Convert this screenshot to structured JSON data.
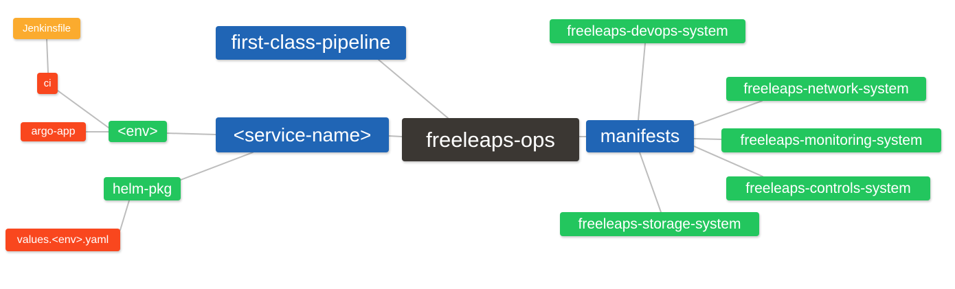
{
  "diagram": {
    "type": "mindmap",
    "root_label": "freeleaps-ops",
    "background": "#ffffff",
    "edge_color": "#bdbdbd",
    "colors": {
      "root": "#3b3733",
      "blue": "#2065b5",
      "green": "#23c65e",
      "red": "#f9471e",
      "orange": "#fbab2e"
    }
  },
  "nodes": {
    "root": {
      "label": "freeleaps-ops",
      "color": "#3b3733"
    },
    "service_name": {
      "label": "<service-name>",
      "color": "#2065b5"
    },
    "first_class_pipeline": {
      "label": "first-class-pipeline",
      "color": "#2065b5"
    },
    "env": {
      "label": "<env>",
      "color": "#23c65e"
    },
    "ci": {
      "label": "ci",
      "color": "#f9471e"
    },
    "jenkinsfile": {
      "label": "Jenkinsfile",
      "color": "#fbab2e"
    },
    "argo_app": {
      "label": "argo-app",
      "color": "#f9471e"
    },
    "helm_pkg": {
      "label": "helm-pkg",
      "color": "#23c65e"
    },
    "values_yaml": {
      "label": "values.<env>.yaml",
      "color": "#f9471e"
    },
    "manifests": {
      "label": "manifests",
      "color": "#2065b5"
    },
    "devops_system": {
      "label": "freeleaps-devops-system",
      "color": "#23c65e"
    },
    "network_system": {
      "label": "freeleaps-network-system",
      "color": "#23c65e"
    },
    "monitoring_system": {
      "label": "freeleaps-monitoring-system",
      "color": "#23c65e"
    },
    "controls_system": {
      "label": "freeleaps-controls-system",
      "color": "#23c65e"
    },
    "storage_system": {
      "label": "freeleaps-storage-system",
      "color": "#23c65e"
    }
  },
  "edges": [
    {
      "from": "root",
      "to": "service_name"
    },
    {
      "from": "root",
      "to": "first_class_pipeline"
    },
    {
      "from": "root",
      "to": "manifests"
    },
    {
      "from": "service_name",
      "to": "env"
    },
    {
      "from": "service_name",
      "to": "helm_pkg"
    },
    {
      "from": "env",
      "to": "ci"
    },
    {
      "from": "env",
      "to": "argo_app"
    },
    {
      "from": "ci",
      "to": "jenkinsfile"
    },
    {
      "from": "helm_pkg",
      "to": "values_yaml"
    },
    {
      "from": "manifests",
      "to": "devops_system"
    },
    {
      "from": "manifests",
      "to": "network_system"
    },
    {
      "from": "manifests",
      "to": "monitoring_system"
    },
    {
      "from": "manifests",
      "to": "controls_system"
    },
    {
      "from": "manifests",
      "to": "storage_system"
    }
  ]
}
